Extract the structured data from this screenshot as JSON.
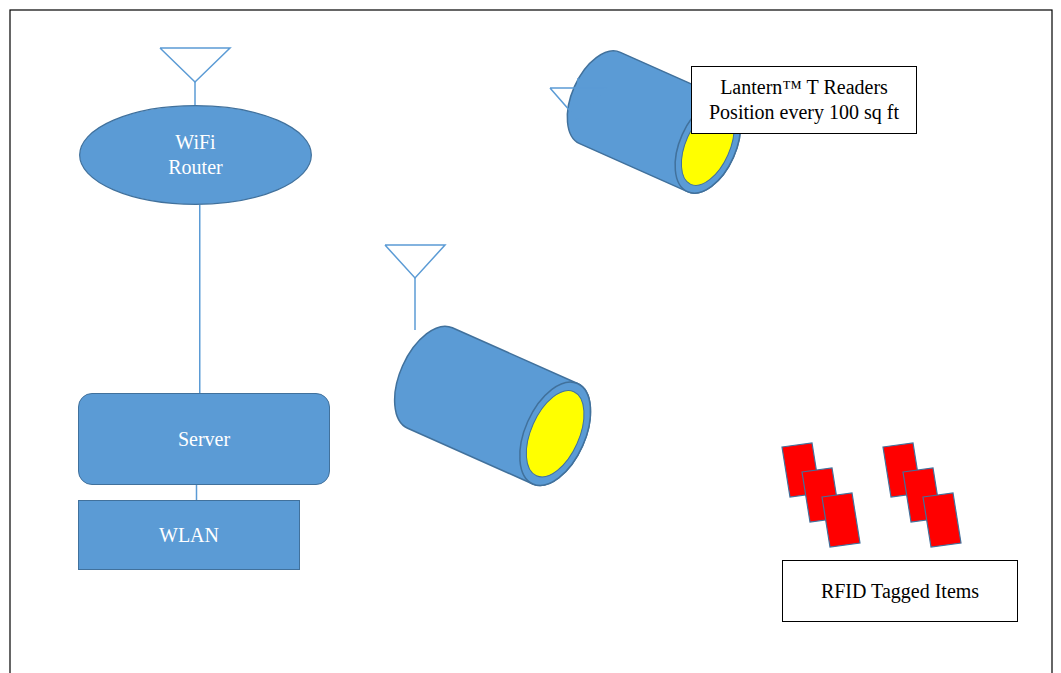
{
  "diagram": {
    "nodes": [
      {
        "text": [
          "WiFi Router"
        ]
      },
      {
        "text": [
          "Server"
        ]
      },
      {
        "text": [
          "WLAN"
        ]
      },
      {
        "text": [
          "Lantern™ T Readers Position every 100 sq ft"
        ]
      },
      {
        "text": [
          "RFID Tagged Items"
        ]
      }
    ],
    "edges": [
      {
        "from": 0,
        "to": 1,
        "arrow": "none"
      },
      {
        "from": 1,
        "to": 2,
        "arrow": "none"
      }
    ]
  }
}
